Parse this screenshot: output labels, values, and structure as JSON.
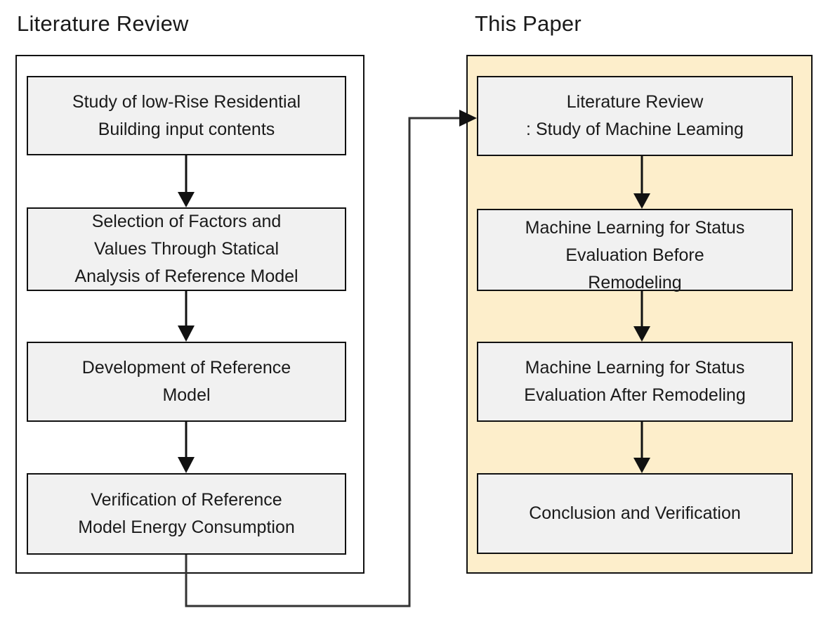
{
  "headings": {
    "left": "Literature  Review",
    "right": "This Paper"
  },
  "left_boxes": [
    {
      "lines": [
        "Study of low-Rise Residential",
        "Building input contents"
      ]
    },
    {
      "lines": [
        "Selection of Factors and",
        "Values Through Statical",
        "Analysis of Reference Model"
      ]
    },
    {
      "lines": [
        "Development of Reference",
        "Model"
      ]
    },
    {
      "lines": [
        "Verification of Reference",
        "Model Energy Consumption"
      ]
    }
  ],
  "right_boxes": [
    {
      "lines": [
        "Literature Review",
        ": Study of Machine Leaming"
      ]
    },
    {
      "lines": [
        "Machine Learning for Status",
        "Evaluation Before",
        "Remodeling"
      ]
    },
    {
      "lines": [
        "Machine Learning for Status",
        "Evaluation After Remodeling"
      ]
    },
    {
      "lines": [
        "Conclusion and Verification"
      ]
    }
  ]
}
